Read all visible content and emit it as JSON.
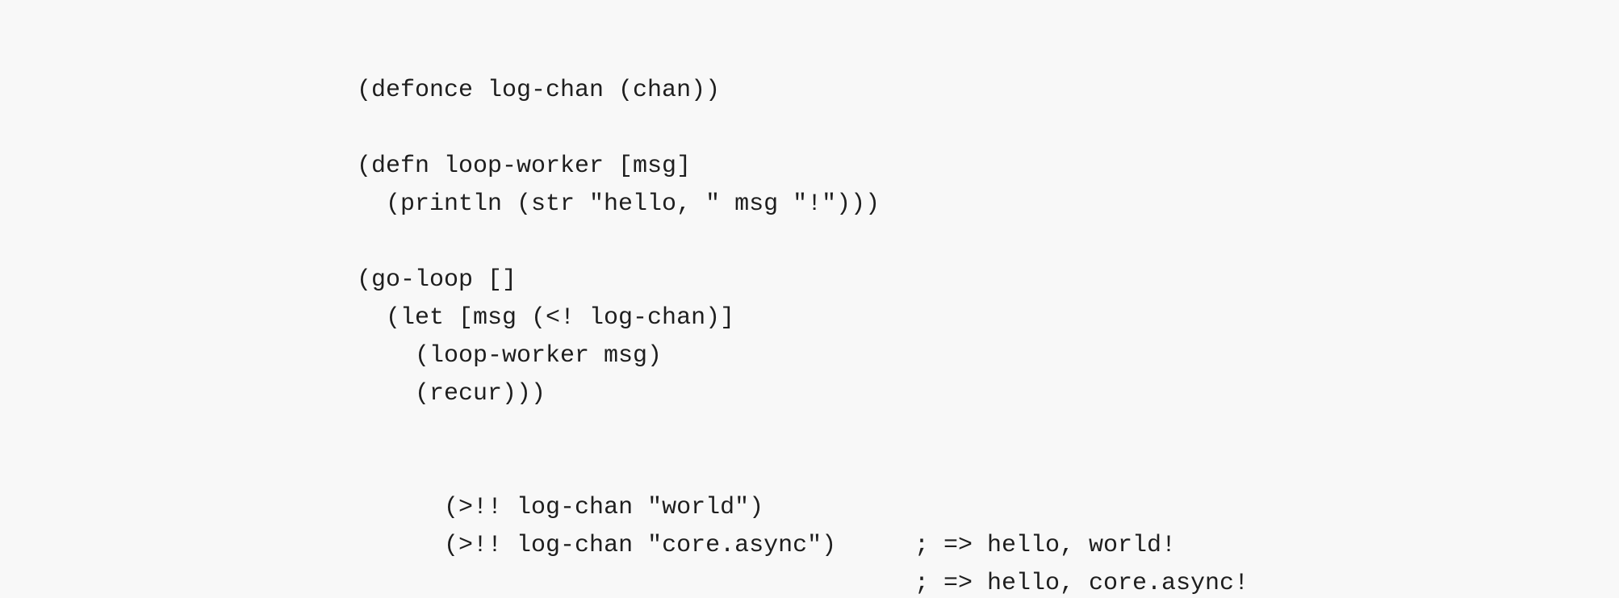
{
  "code": {
    "lines": [
      "(defonce log-chan (chan))",
      "",
      "(defn loop-worker [msg]",
      "  (println (str \"hello, \" msg \"!\")))",
      "",
      "(go-loop []",
      "  (let [msg (<! log-chan)]",
      "    (loop-worker msg)",
      "    (recur)))",
      "",
      "(>!! log-chan \"world\")",
      "(>!! log-chan \"core.async\")"
    ],
    "comments": {
      "world": "; => hello, world!",
      "core_async": "; => hello, core.async!"
    }
  }
}
